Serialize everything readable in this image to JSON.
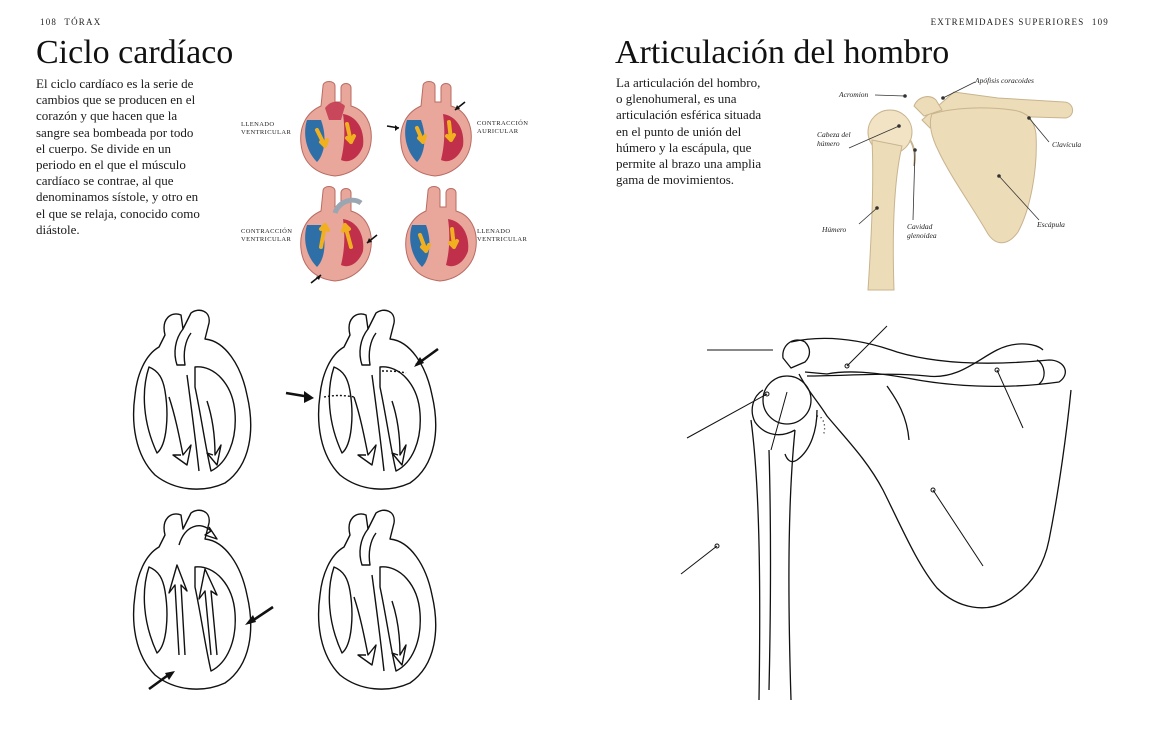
{
  "left_page": {
    "page_number": "108",
    "section": "TÓRAX",
    "title": "Ciclo cardíaco",
    "body": "El ciclo cardíaco es la serie de cambios que se producen en el corazón y que hacen que la sangre sea bombeada por todo el cuerpo. Se divide en un periodo en el que el músculo cardíaco se contrae, al que denominamos sístole, y otro en el que se relaja, conocido como diástole.",
    "captions": {
      "top_left": "LLENADO VENTRICULAR",
      "top_right": "CONTRACCIÓN AURICULAR",
      "bottom_left": "CONTRACCIÓN VENTRICULAR",
      "bottom_right": "LLENADO VENTRICULAR"
    }
  },
  "right_page": {
    "page_number": "109",
    "section": "EXTREMIDADES SUPERIORES",
    "title": "Articulación del hombro",
    "body": "La articulación del hombro, o glenohumeral, es una articulación esférica situada en el punto de unión del húmero y la escápula, que permite al brazo una amplia gama de movimientos.",
    "labels": {
      "acromion": "Acromion",
      "coracoid": "Apófisis coracoides",
      "humeral_head": "Cabeza del húmero",
      "clavicle": "Clavícula",
      "humerus": "Húmero",
      "glenoid": "Cavidad glenoidea",
      "scapula": "Escápula"
    }
  },
  "colors": {
    "heart_muscle": "#e8a79a",
    "oxygenated": "#c0304a",
    "deoxygenated": "#2f6fa8",
    "flow_arrow": "#f0b020",
    "bone": "#eddcb8",
    "line_art": "#111111"
  }
}
